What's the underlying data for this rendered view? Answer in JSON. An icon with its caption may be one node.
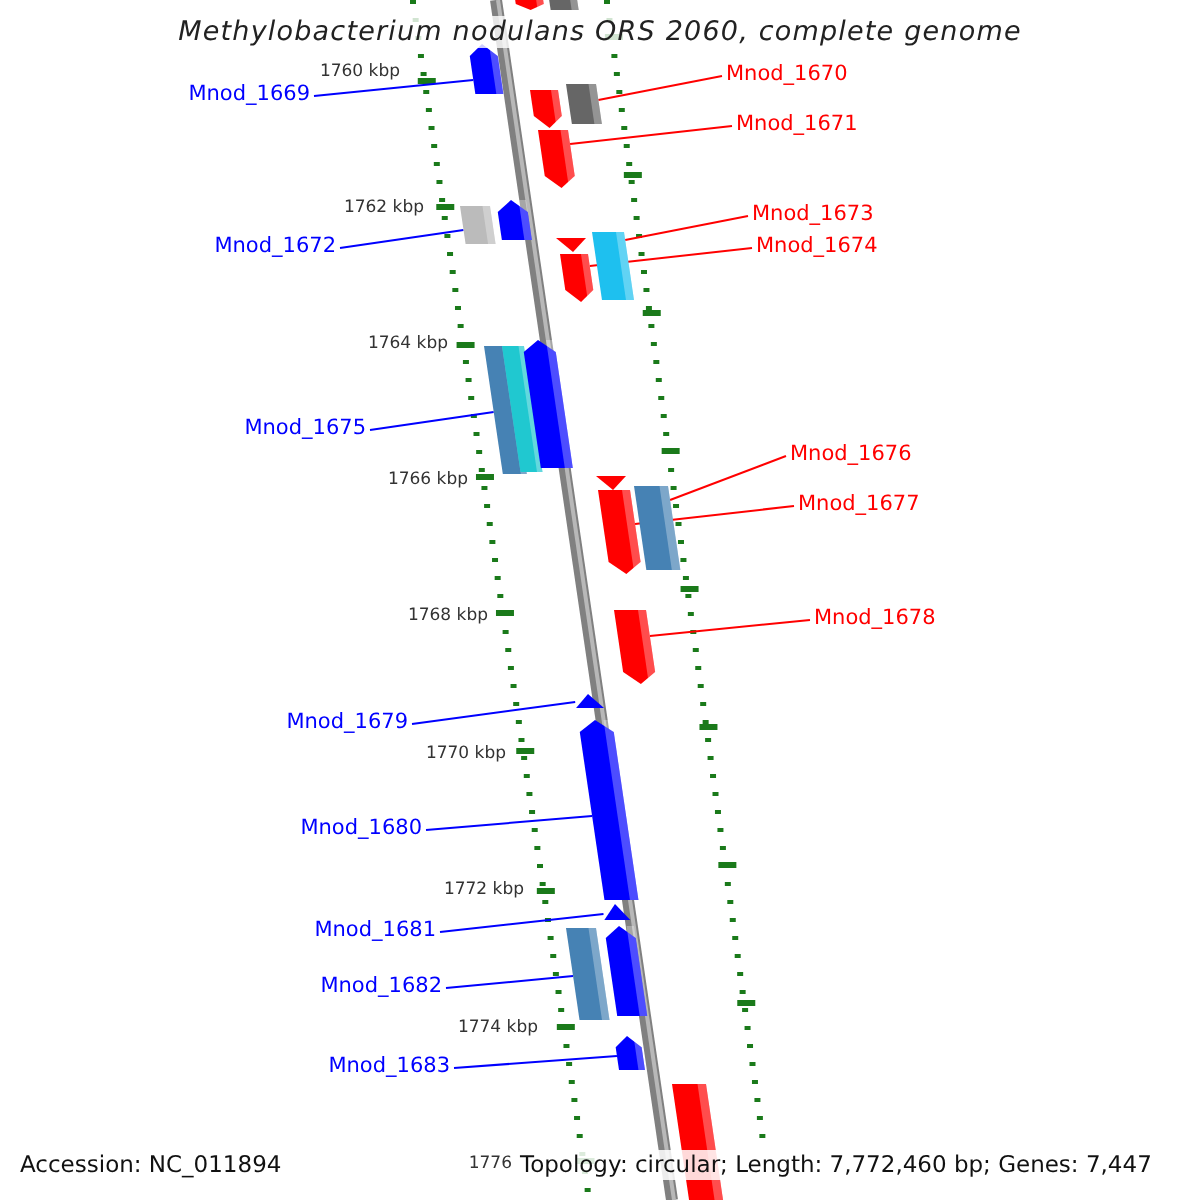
{
  "diagram": {
    "title": "Methylobacterium nodulans ORS 2060, complete genome",
    "nodes": [
      {
        "text": [
          "Mnod_1669"
        ]
      },
      {
        "text": [
          "Mnod_1670"
        ]
      },
      {
        "text": [
          "Mnod_1671"
        ]
      },
      {
        "text": [
          "Mnod_1672"
        ]
      },
      {
        "text": [
          "Mnod_1673"
        ]
      },
      {
        "text": [
          "Mnod_1674"
        ]
      },
      {
        "text": [
          "Mnod_1675"
        ]
      },
      {
        "text": [
          "Mnod_1676"
        ]
      },
      {
        "text": [
          "Mnod_1677"
        ]
      },
      {
        "text": [
          "Mnod_1678"
        ]
      },
      {
        "text": [
          "Mnod_1679"
        ]
      },
      {
        "text": [
          "Mnod_1680"
        ]
      },
      {
        "text": [
          "Mnod_1681"
        ]
      },
      {
        "text": [
          "Mnod_1682"
        ]
      },
      {
        "text": [
          "Mnod_1683"
        ]
      },
      {
        "text": [],
        "shape": "box"
      },
      {
        "text": [],
        "shape": "box"
      },
      {
        "text": [],
        "shape": "box"
      },
      {
        "text": [],
        "shape": "box"
      },
      {
        "text": [],
        "shape": "box"
      },
      {
        "text": [],
        "shape": "box"
      },
      {
        "text": [],
        "shape": "box"
      },
      {
        "text": [],
        "shape": "box"
      },
      {
        "text": [],
        "shape": "box"
      },
      {
        "text": [],
        "shape": "box"
      },
      {
        "text": [],
        "shape": "box"
      },
      {
        "text": [],
        "shape": "box"
      },
      {
        "text": [],
        "shape": "box"
      },
      {
        "text": [],
        "shape": "box"
      },
      {
        "text": [],
        "shape": "box"
      },
      {
        "text": [],
        "shape": "box"
      },
      {
        "text": [],
        "shape": "box"
      },
      {
        "text": [],
        "shape": "box"
      },
      {
        "text": [],
        "shape": "box"
      },
      {
        "text": [],
        "shape": "box"
      },
      {
        "text": [],
        "shape": "box"
      },
      {
        "text": [],
        "shape": "box"
      },
      {
        "text": [],
        "shape": "box"
      },
      {
        "text": [],
        "shape": "box"
      },
      {
        "text": [],
        "shape": "box"
      }
    ],
    "edges": [
      {
        "from": 0,
        "to": 17,
        "arrow": "none"
      },
      {
        "from": 1,
        "to": 19,
        "arrow": "none",
        "color": "#ff0000"
      },
      {
        "from": 2,
        "to": 20,
        "arrow": "none",
        "color": "#ff0000"
      },
      {
        "from": 3,
        "to": 21,
        "arrow": "none"
      },
      {
        "from": 4,
        "to": 25,
        "arrow": "none",
        "color": "#ff0000"
      },
      {
        "from": 5,
        "to": 24,
        "arrow": "none",
        "color": "#ff0000"
      },
      {
        "from": 6,
        "to": 26,
        "arrow": "none"
      },
      {
        "from": 7,
        "to": 31,
        "arrow": "none",
        "color": "#ff0000"
      },
      {
        "from": 8,
        "to": 30,
        "arrow": "none",
        "color": "#ff0000"
      },
      {
        "from": 9,
        "to": 32,
        "arrow": "none",
        "color": "#ff0000"
      },
      {
        "from": 10,
        "to": 33,
        "arrow": "none"
      },
      {
        "from": 11,
        "to": 34,
        "arrow": "none"
      },
      {
        "from": 12,
        "to": 35,
        "arrow": "none"
      },
      {
        "from": 13,
        "to": 36,
        "arrow": "none"
      },
      {
        "from": 14,
        "to": 38,
        "arrow": "none"
      }
    ],
    "labels": [
      "1760 kbp",
      "1762 kbp",
      "1764 kbp",
      "1766 kbp",
      "1768 kbp",
      "1770 kbp",
      "1772 kbp",
      "1774 kbp",
      "1776",
      "Accession: NC_011894",
      "Topology: circular; Length: 7,772,460 bp; Genes: 7,447"
    ]
  }
}
